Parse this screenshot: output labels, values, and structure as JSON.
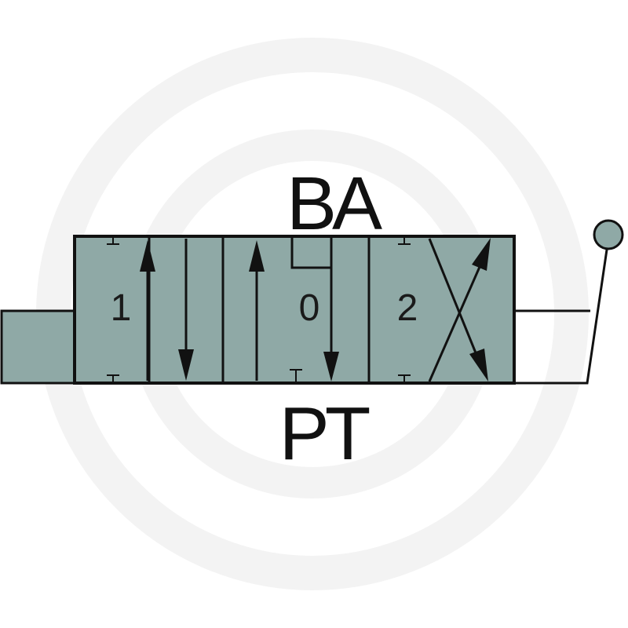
{
  "colors": {
    "valve_fill": "#8fa9a6",
    "line": "#111111",
    "watermark": "#f3f3f3",
    "lever_knob": "#8fa9a6"
  },
  "labels": {
    "port_top": "BA",
    "port_bottom": "PT",
    "position_1": "1",
    "position_0": "0",
    "position_2": "2"
  },
  "icons": {
    "watermark": "circular-logo-watermark",
    "lever": "hand-lever-actuator-icon",
    "spring": "spring-return-icon"
  }
}
